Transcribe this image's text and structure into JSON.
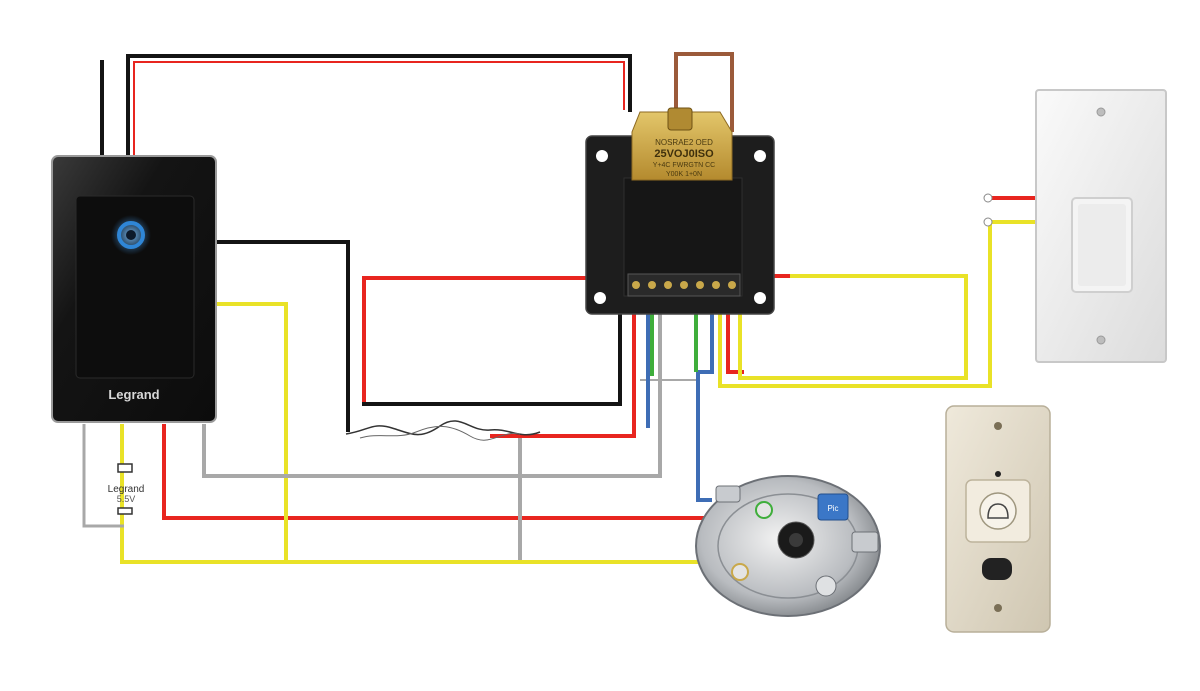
{
  "labels": {
    "control_brand": "Legrand",
    "power_brand": "Legrand",
    "power_rating": "5.5V",
    "transformer_text_1": "NOSRAE2 OED",
    "transformer_text_2": "25VOJ0ISO",
    "transformer_text_3": "Y+4C FWRGTN CC",
    "transformer_text_4": "Y00K 1+0N",
    "motor_badge": "Pic"
  },
  "colors": {
    "red": "#e8251f",
    "yellow": "#e9e227",
    "black": "#141414",
    "blue": "#3e6db5",
    "grey": "#a8a8a8",
    "green": "#3fae3b",
    "brown": "#9b5a3a",
    "brass": "#c9a84a",
    "panel": "#1a1a1a",
    "led": "#2f86d6"
  },
  "icons": {
    "led": "led-ring-icon",
    "switch": "rocker-switch-icon",
    "chime": "bell-button-icon"
  }
}
